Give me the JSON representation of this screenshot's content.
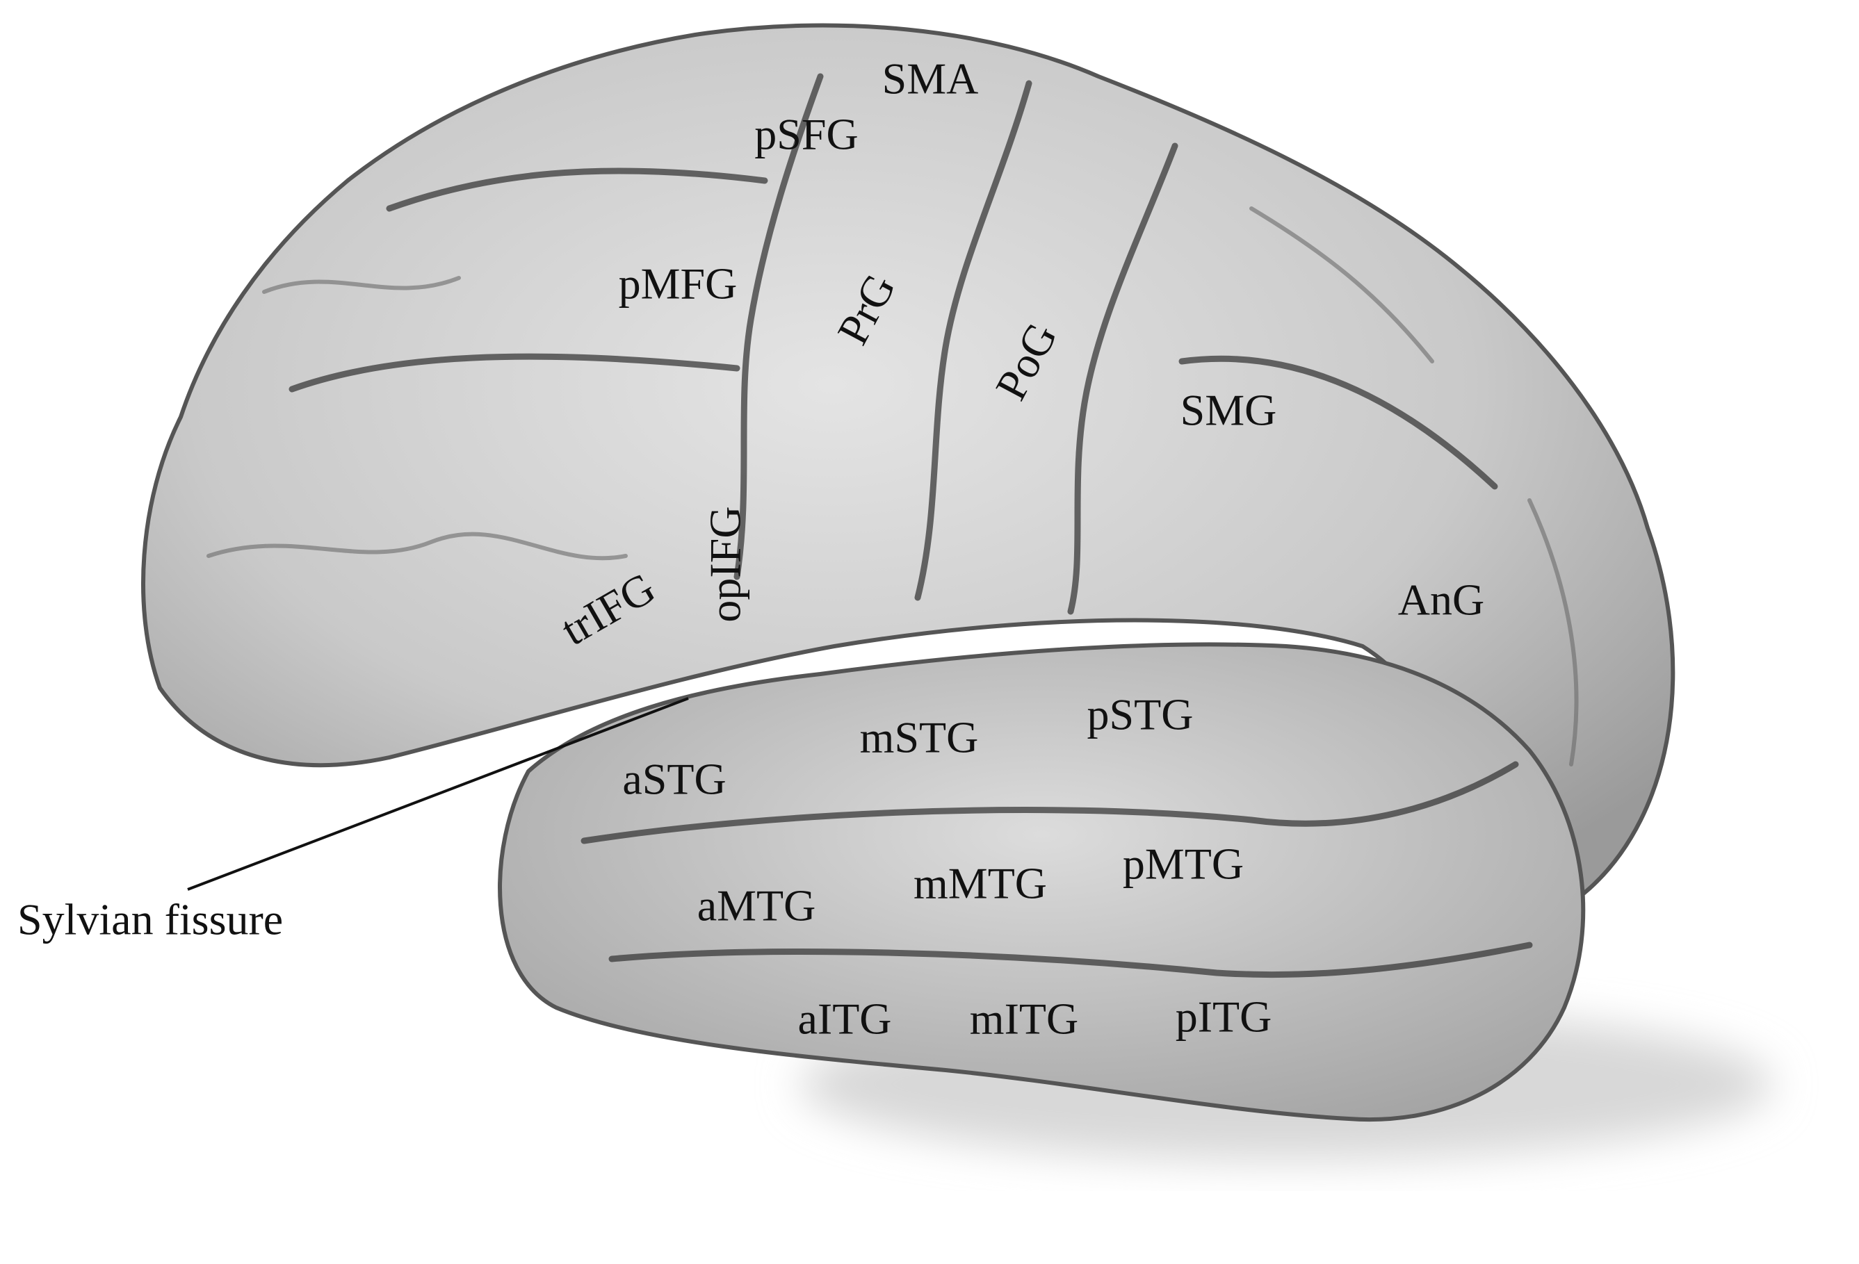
{
  "figure": {
    "callout_label": "Sylvian fissure",
    "regions": [
      {
        "id": "sma",
        "label": "SMA"
      },
      {
        "id": "psfg",
        "label": "pSFG"
      },
      {
        "id": "pmfg",
        "label": "pMFG"
      },
      {
        "id": "prg",
        "label": "PrG"
      },
      {
        "id": "pog",
        "label": "PoG"
      },
      {
        "id": "smg",
        "label": "SMG"
      },
      {
        "id": "opifg",
        "label": "opIFG"
      },
      {
        "id": "trifg",
        "label": "trIFG"
      },
      {
        "id": "ang",
        "label": "AnG"
      },
      {
        "id": "pstg",
        "label": "pSTG"
      },
      {
        "id": "mstg",
        "label": "mSTG"
      },
      {
        "id": "astg",
        "label": "aSTG"
      },
      {
        "id": "pmtg",
        "label": "pMTG"
      },
      {
        "id": "mmtg",
        "label": "mMTG"
      },
      {
        "id": "amtg",
        "label": "aMTG"
      },
      {
        "id": "aitg",
        "label": "aITG"
      },
      {
        "id": "mitg",
        "label": "mITG"
      },
      {
        "id": "pitg",
        "label": "pITG"
      }
    ]
  }
}
